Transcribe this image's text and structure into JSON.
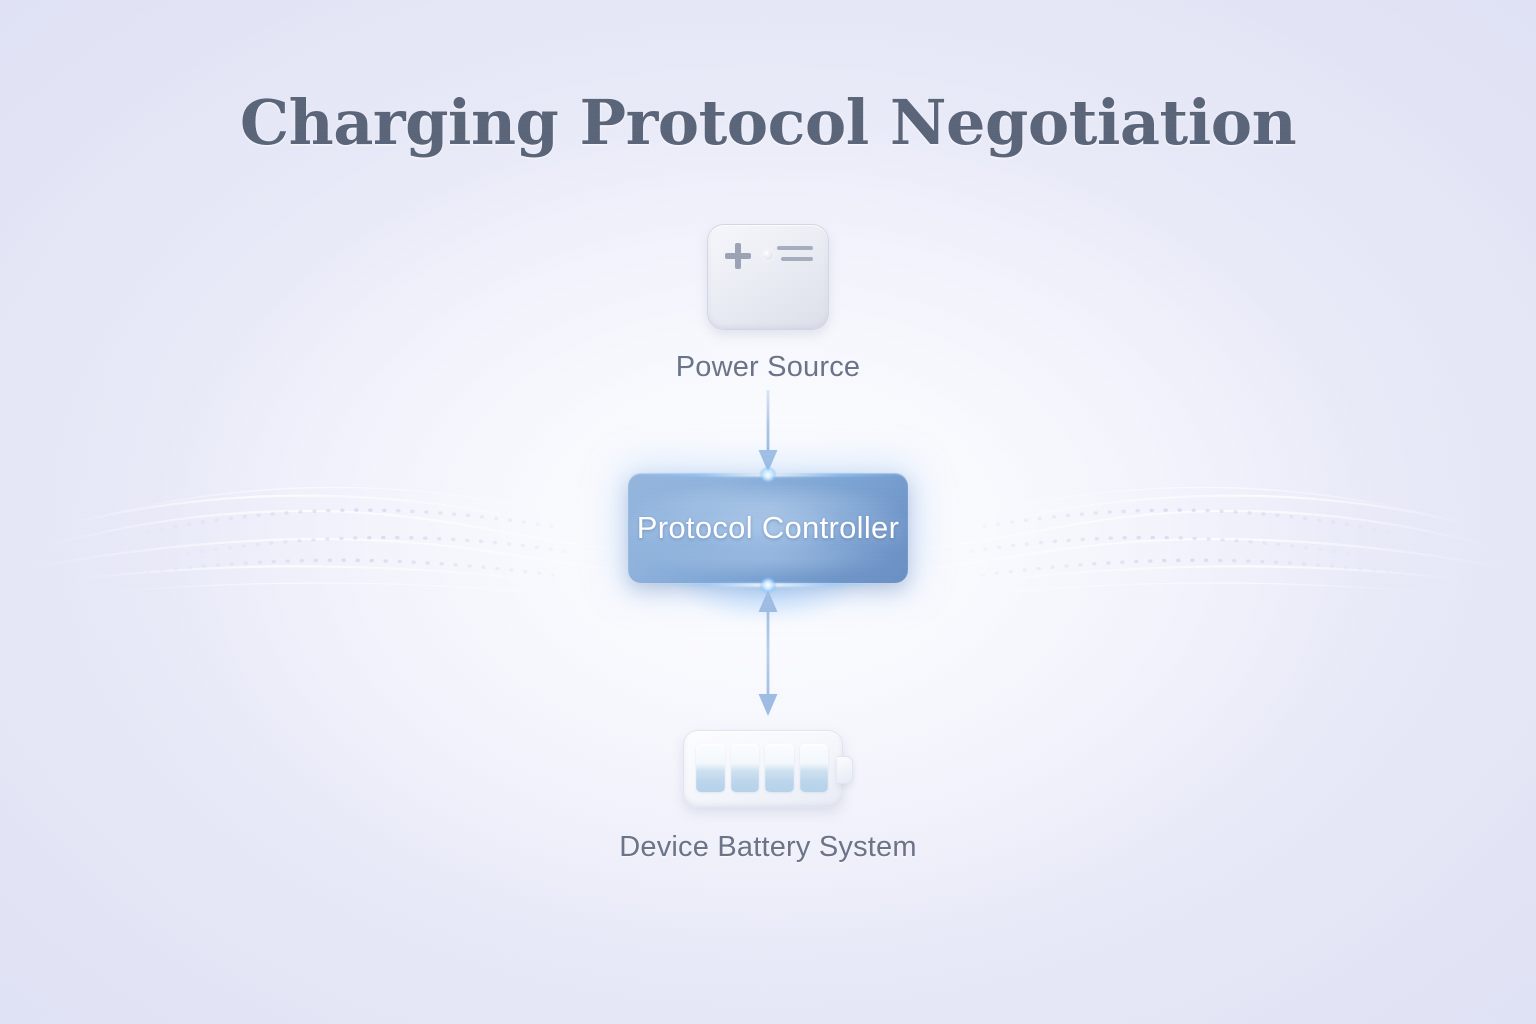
{
  "page": {
    "title": "Charging Protocol Negotiation",
    "background_color": "#e2e4f6"
  },
  "diagram": {
    "accent_color": "#7ba3d3",
    "label_color": "#6a7388",
    "title_color": "#5b6579",
    "nodes": [
      {
        "id": "power-source",
        "label": "Power Source",
        "icon": "power-adapter-icon",
        "glyphs": [
          "+",
          "=",
          "indicator-dot"
        ]
      },
      {
        "id": "protocol-controller",
        "label": "Protocol Controller",
        "icon": "none",
        "style": "glowing-blue-box"
      },
      {
        "id": "device-battery-system",
        "label": "Device Battery System",
        "icon": "battery-icon",
        "battery_cells": 4
      }
    ],
    "connectors": [
      {
        "id": "power-to-controller",
        "from": "power-source",
        "to": "protocol-controller",
        "direction": "down",
        "arrowheads": "single",
        "color": "#a7c3e4"
      },
      {
        "id": "controller-to-battery",
        "from": "protocol-controller",
        "to": "device-battery-system",
        "direction": "bidirectional",
        "arrowheads": "double",
        "color": "#a7c3e4"
      }
    ]
  }
}
